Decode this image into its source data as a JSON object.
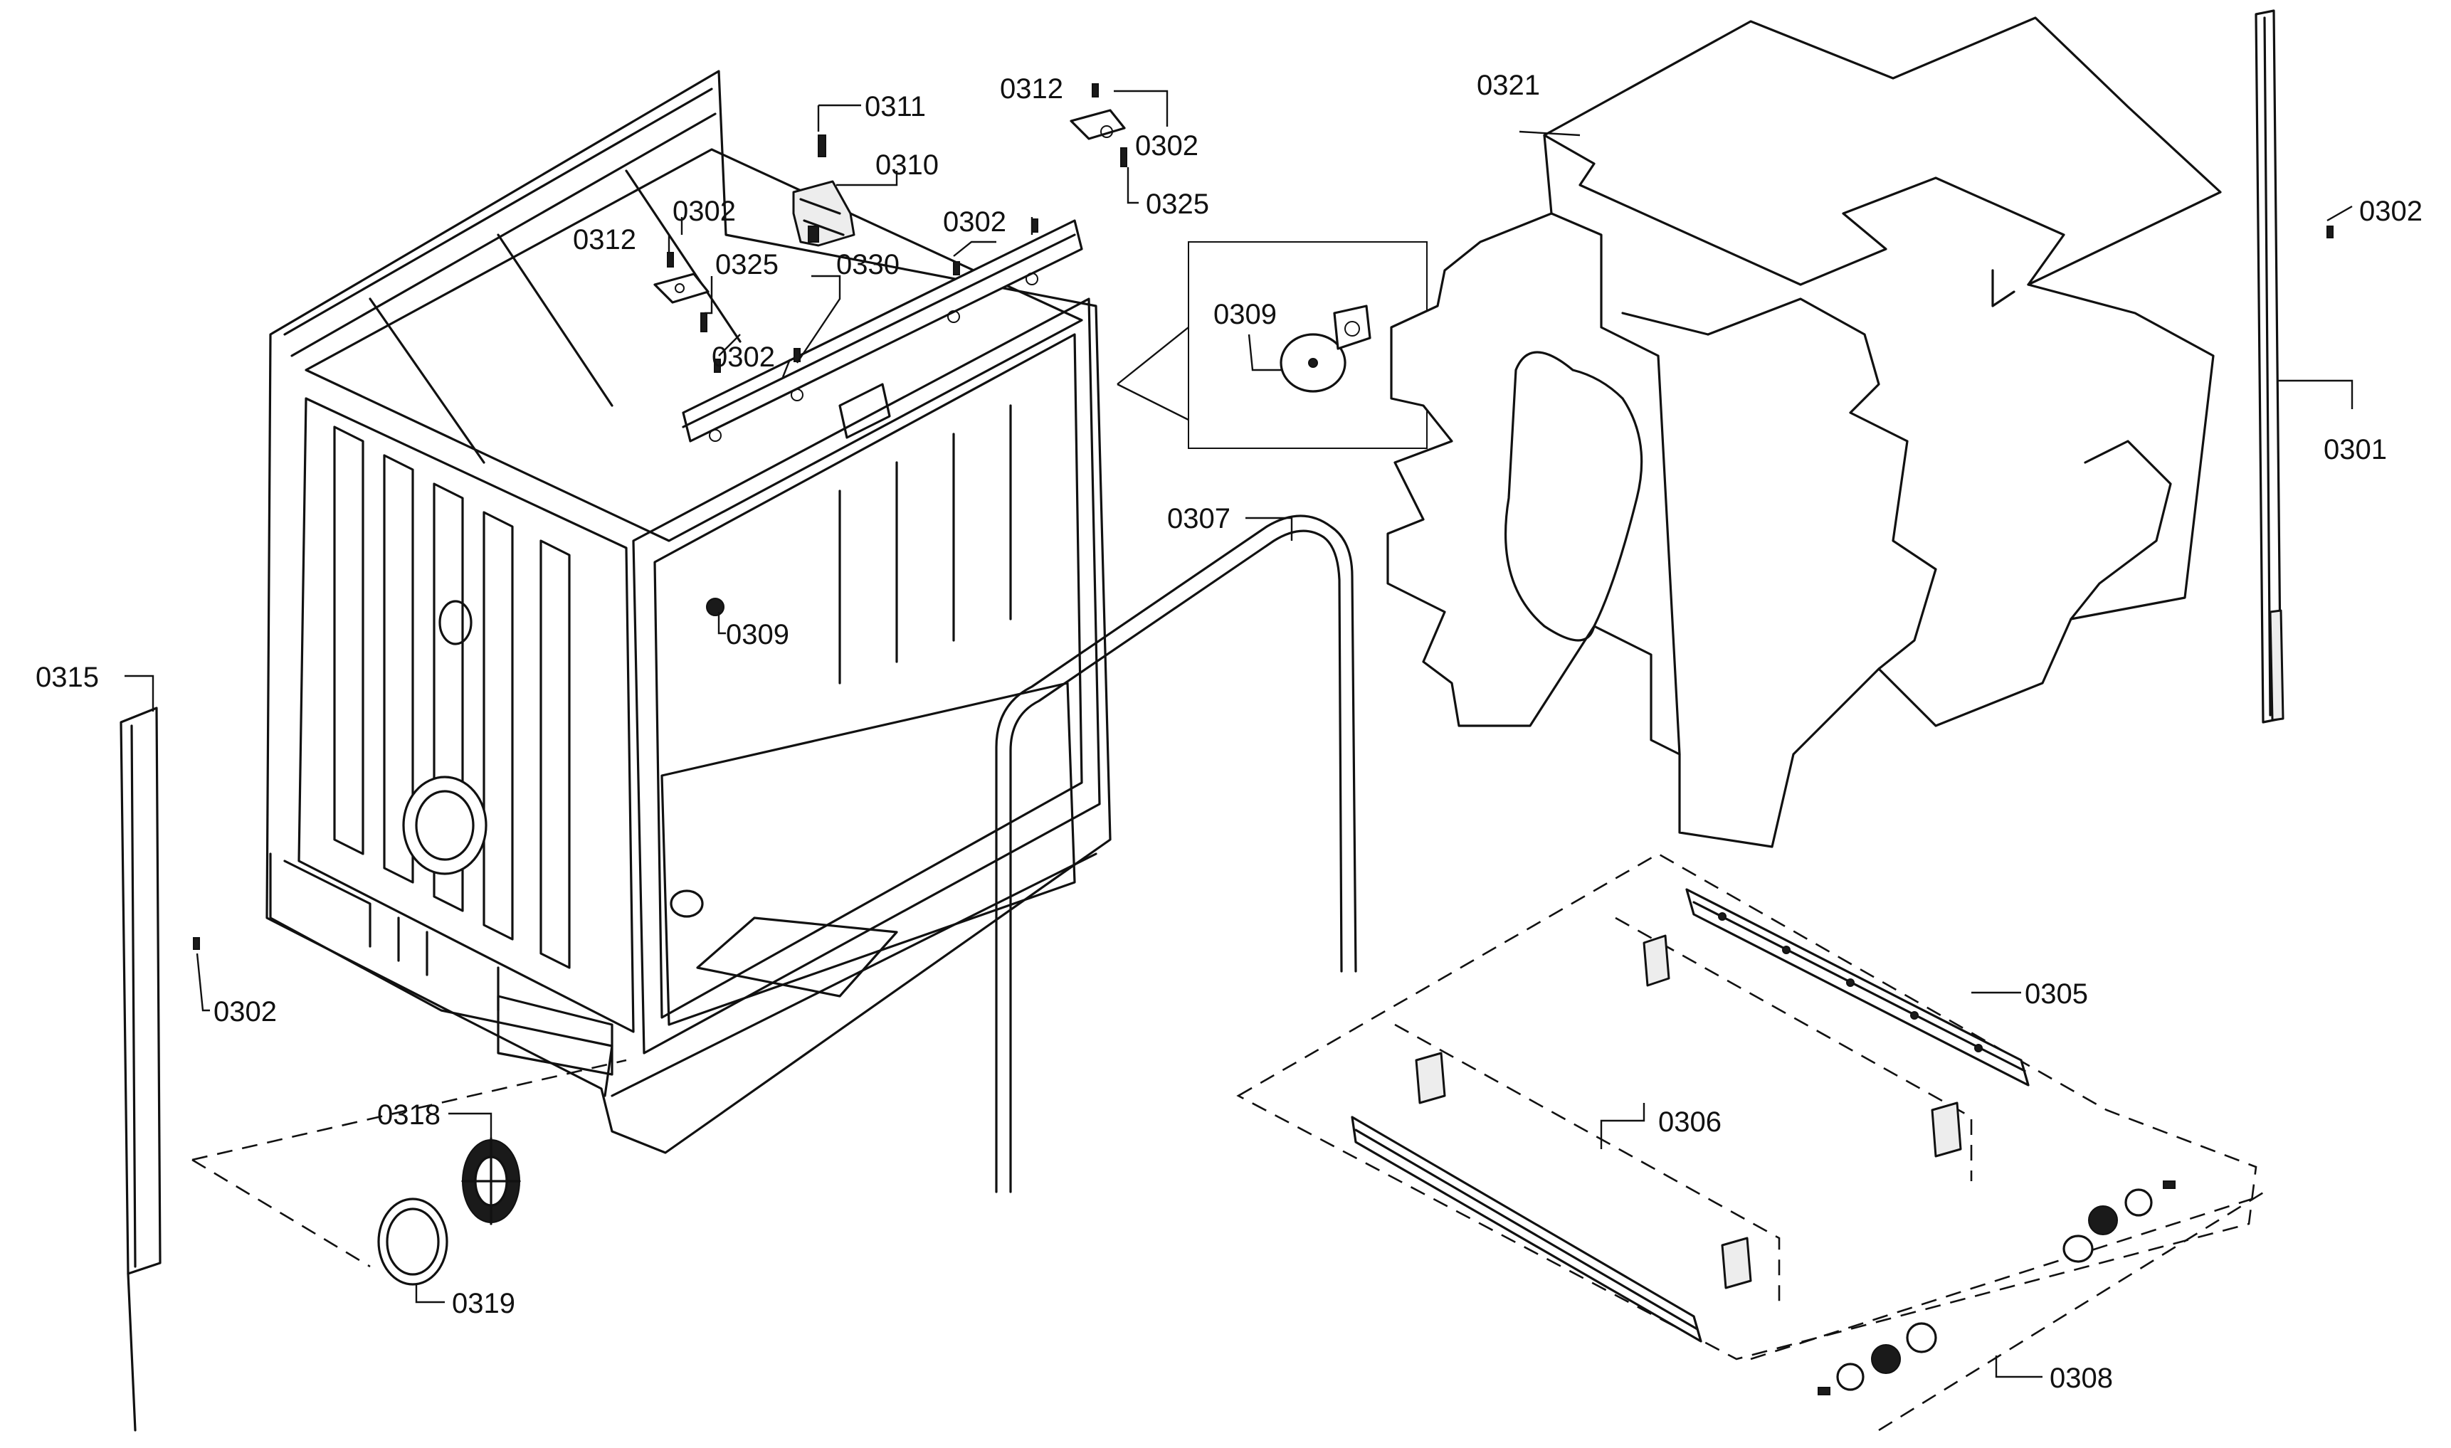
{
  "labels": {
    "p0301": "0301",
    "p0302_a": "0302",
    "p0302_b": "0302",
    "p0302_c": "0302",
    "p0302_d": "0302",
    "p0302_e": "0302",
    "p0302_f": "0302",
    "p0305": "0305",
    "p0306": "0306",
    "p0307": "0307",
    "p0308": "0308",
    "p0309_a": "0309",
    "p0309_b": "0309",
    "p0310": "0310",
    "p0311": "0311",
    "p0312_a": "0312",
    "p0312_b": "0312",
    "p0315": "0315",
    "p0318": "0318",
    "p0319": "0319",
    "p0321": "0321",
    "p0325_a": "0325",
    "p0325_b": "0325",
    "p0330": "0330"
  }
}
